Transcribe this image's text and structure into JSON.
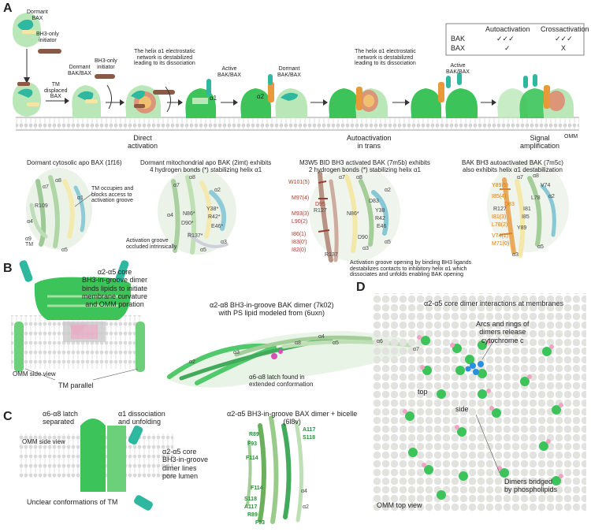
{
  "panels": {
    "a": "A",
    "b": "B",
    "c": "C",
    "d": "D"
  },
  "colors": {
    "green": "#3cc45a",
    "light_green": "#b9e7b8",
    "teal": "#2fb8a0",
    "orange": "#e89a3a",
    "brown": "#8a5a44",
    "red": "#d24a2a",
    "membrane": "#dcdcdc",
    "lipid": "#c9ccc9",
    "pink": "#f2a3c3",
    "blue": "#2a8fe0"
  },
  "table": {
    "col1": "Autoactivation",
    "col2": "Crossactivation",
    "rows": [
      {
        "name": "BAK",
        "auto": "✓✓✓",
        "cross": "✓✓✓"
      },
      {
        "name": "BAX",
        "auto": "✓",
        "cross": "X"
      }
    ]
  },
  "a": {
    "dormant_bax": "Dormant\nBAX",
    "bh3_initiator": "BH3-only\ninitiator",
    "tm_displaced": "TM\ndisplaced\nBAX",
    "dormant_bakbax": "Dormant\nBAK/BAX",
    "bh3_initiator2": "BH3-only\ninitiator",
    "helix_note1": "The helix α1 electrostatic\nnetwork is destabilized\nleading to its dissociation",
    "active_bakbax1": "Active\nBAK/BAX",
    "alpha1": "α1",
    "alpha2": "α2",
    "dormant_bakbax2": "Dormant\nBAK/BAX",
    "helix_note2": "The helix α1 electrostatic\nnetwork is destabilized\nleading to its dissociation",
    "active_bakbax2": "Active\nBAK/BAX",
    "direct_activation": "Direct\nactivation",
    "autoactivation": "Autoactivation\nin trans",
    "signal_amplification": "Signal\namplification",
    "omm": "OMM",
    "struct_titles": [
      "Dormant cytosolic apo BAX (1f16)",
      "Dormant mitochondrial apo BAK (2imt) exhibits\n4 hydrogen bonds (*) stabilizing helix α1",
      "M3W5 BID BH3 activated BAK (7m5b) exhibits\n2 hydrogen bonds (*) stabilizing helix α1",
      "BAK BH3 autoactivated BAK (7m5c)\nalso exhibits helix α1 destabilization"
    ],
    "tm_note": "TM occupies and\nblocks access to\nactivation groove",
    "groove_occluded": "Activation groove\noccluded intrinsically",
    "groove_opening": "Activation groove opening by binding BH3 ligands\ndestabilizes contacts to inhibitory helix α1 which\ndissociates and unfolds enabling BAK opening",
    "s1_labels": [
      "α7",
      "α8",
      "R109",
      "α4",
      "α1",
      "α5",
      "α9\nTM"
    ],
    "s2_labels": [
      "α8",
      "α7",
      "α2",
      "N86*",
      "Y38*",
      "R42*",
      "E46*",
      "D90*",
      "α4",
      "R137*",
      "α5",
      "α3"
    ],
    "s3_labels": [
      "α7",
      "α8",
      "W101(5)",
      "M97(4)",
      "D95",
      "R127",
      "M93(3)",
      "L90(2)",
      "D83",
      "Y38",
      "R42",
      "N86*",
      "E46",
      "I86(1)",
      "I83(0')",
      "I82(0)",
      "D90",
      "R137",
      "α3",
      "α5",
      "α2"
    ],
    "s4_labels": [
      "α7",
      "α8",
      "Y89(5)",
      "V74",
      "I85(4)",
      "D83",
      "L78",
      "R127",
      "I81(3)",
      "I81",
      "L78(2)",
      "I85",
      "V74(1)",
      "M71(0)",
      "Y89",
      "α5",
      "α3",
      "α2"
    ]
  },
  "b": {
    "core_note": "α2-α5 core\nBH3-in-groove dimer\nbinds lipids to initiate\nmembrane curvature\nand OMM poration",
    "tm_parallel": "TM parallel",
    "omm_side": "OMM side view",
    "dimer_title": "α2-α8 BH3-in-groove BAK dimer (7k02)\nwith PS lipid modeled from (6uxn)",
    "latch_note": "α6-α8 latch found in\nextended conformation",
    "helix_labels": [
      "α2",
      "α3",
      "α4",
      "α5",
      "α6",
      "α7",
      "α8"
    ]
  },
  "c": {
    "latch_sep": "α6-α8 latch\nseparated",
    "a1_dissoc": "α1 dissociation\nand unfolding",
    "omm_side": "OMM side view",
    "core_note": "α2-α5 core\nBH3-in-groove\ndimer lines\npore lumen",
    "unclear_tm": "Unclear conformations of TM",
    "bicelle_title": "α2-α5 BH3-in-groove BAX dimer + bicelle\n(6l8v)",
    "res_labels": [
      "R89",
      "A117",
      "S118",
      "F93",
      "F114",
      "F114",
      "S118",
      "A117",
      "R89",
      "F93",
      "α4",
      "α2"
    ]
  },
  "d": {
    "title": "α2-α5 core dimer interactions at membranes",
    "arcs_note": "Arcs and rings of\ndimers release\ncytochrome c",
    "top": "top",
    "side": "side",
    "bridged": "Dimers bridged\nby phospholipids",
    "omm_top": "OMM top view"
  }
}
